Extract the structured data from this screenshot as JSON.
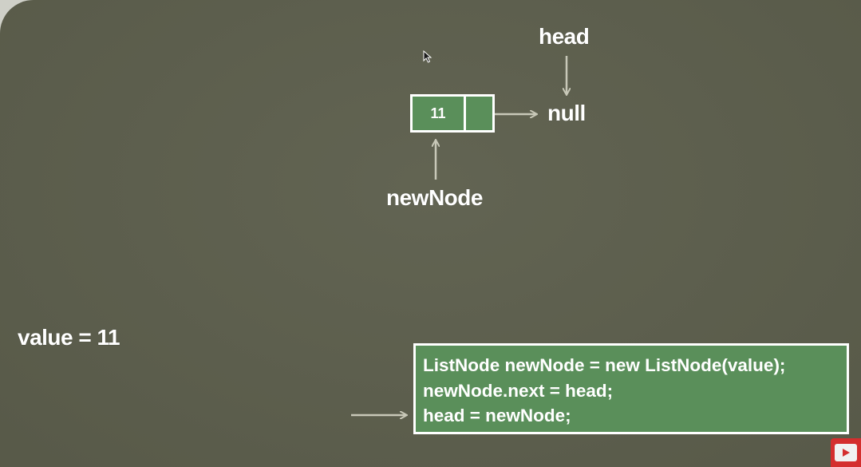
{
  "diagram": {
    "head_label": "head",
    "null_label": "null",
    "newnode_label": "newNode",
    "node_value": "11",
    "value_text": "value = 11"
  },
  "code": {
    "lines": [
      "ListNode newNode = new ListNode(value);",
      "newNode.next = head;",
      "head = newNode;"
    ],
    "current_line_index": 2
  },
  "colors": {
    "background": "#5d5f4d",
    "node_fill": "#5a8f5a",
    "code_fill": "#5a8f5a",
    "arrow": "#c8c8b8",
    "text": "#ffffff",
    "play_button": "#d42e2e"
  },
  "icons": {
    "cursor": "mouse-pointer-icon",
    "play": "play-icon"
  }
}
